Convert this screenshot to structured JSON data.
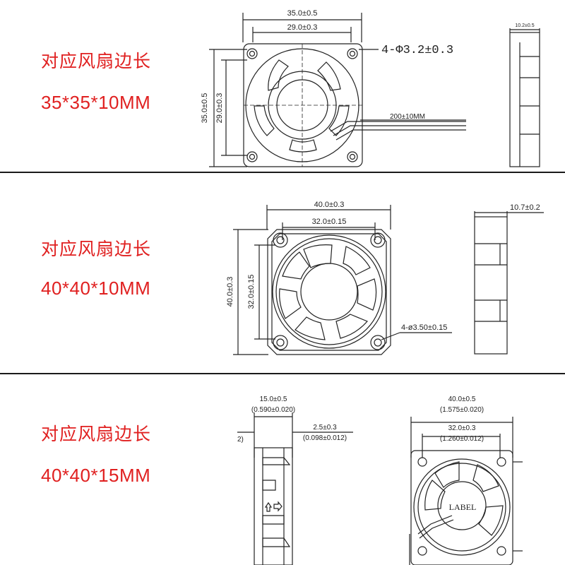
{
  "colors": {
    "caption": "#e02020",
    "line": "#222222"
  },
  "sections": [
    {
      "caption": "对应风扇边长",
      "size": "35*35*10MM",
      "dims": {
        "outer_w": "35.0±0.5",
        "hole_w": "29.0±0.3",
        "outer_h": "35.0±0.5",
        "hole_h": "29.0±0.3",
        "holes": "4-Φ3.2±0.3",
        "cable": "200±10MM",
        "depth": "10.2±0.5"
      }
    },
    {
      "caption": "对应风扇边长",
      "size": "40*40*10MM",
      "dims": {
        "outer_w": "40.0±0.3",
        "hole_w": "32.0±0.15",
        "outer_h": "40.0±0.3",
        "hole_h": "32.0±0.15",
        "holes": "4-ø3.50±0.15",
        "depth": "10.7±0.2"
      }
    },
    {
      "caption": "对应风扇边长",
      "size": "40*40*15MM",
      "dims": {
        "depth": "15.0±0.5",
        "depth_in": "(0.590±0.020)",
        "flange": "2.5±0.3",
        "flange_in": "(0.098±0.012)",
        "outer_w": "40.0±0.5",
        "outer_w_in": "(1.575±0.020)",
        "hole_w": "32.0±0.3",
        "hole_w_in": "(1.260±0.012)",
        "label": "LABEL",
        "side_mark": "2)"
      }
    }
  ]
}
